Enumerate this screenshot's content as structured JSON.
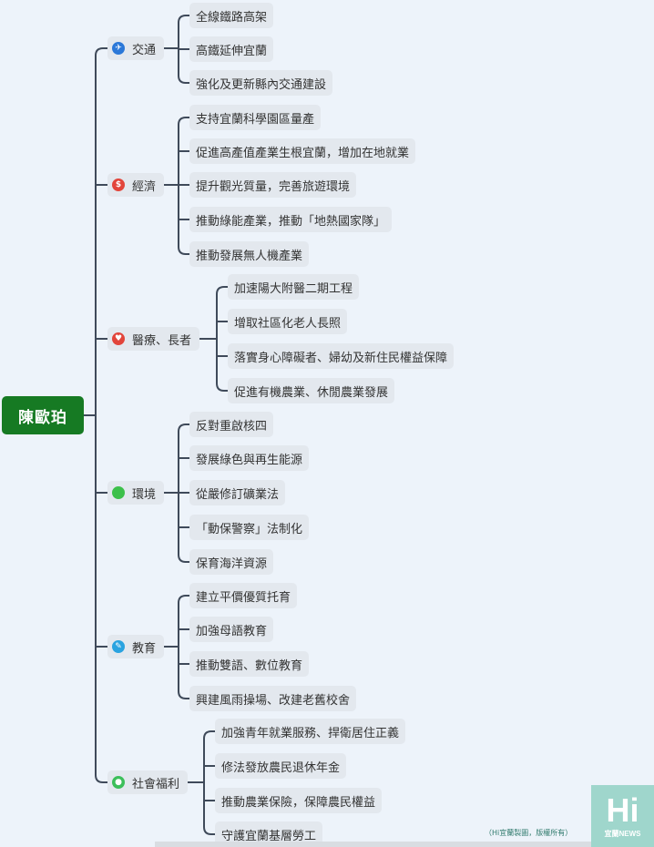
{
  "root": {
    "label": "陳歐珀"
  },
  "branches": [
    {
      "name": "traffic",
      "label": "交通",
      "icon": "plane-icon",
      "icon_glyph": "✈",
      "icon_color": "#2b78d8",
      "items": [
        "全線鐵路高架",
        "高鐵延伸宜蘭",
        "強化及更新縣內交通建設"
      ]
    },
    {
      "name": "economy",
      "label": "經濟",
      "icon": "dollar-icon",
      "icon_glyph": "$",
      "icon_color": "#e2453b",
      "items": [
        "支持宜蘭科學園區量產",
        "促進高產值產業生根宜蘭，增加在地就業",
        "提升觀光質量，完善旅遊環境",
        "推動綠能產業，推動「地熱國家隊」",
        "推動發展無人機產業"
      ]
    },
    {
      "name": "medical",
      "label": "醫療、長者",
      "icon": "heart-icon",
      "icon_glyph": "♥",
      "icon_color": "#e2453b",
      "items": [
        "加速陽大附醫二期工程",
        "增取社區化老人長照",
        "落實身心障礙者、婦幼及新住民權益保障",
        "促進有機農業、休閒農業發展"
      ]
    },
    {
      "name": "environment",
      "label": "環境",
      "icon": "green-circle-icon",
      "icon_glyph": "",
      "icon_color": "#3cc04a",
      "items": [
        "反對重啟核四",
        "發展綠色與再生能源",
        "從嚴修訂礦業法",
        "「動保警察」法制化",
        "保育海洋資源"
      ]
    },
    {
      "name": "education",
      "label": "教育",
      "icon": "pencil-icon",
      "icon_glyph": "✎",
      "icon_color": "#2aa3e0",
      "items": [
        "建立平價優質托育",
        "加強母語教育",
        "推動雙語、數位教育",
        "興建風雨操場、改建老舊校舍"
      ]
    },
    {
      "name": "welfare",
      "label": "社會福利",
      "icon": "people-icon",
      "icon_glyph": "●",
      "icon_color": "#3cbf5a",
      "items": [
        "加強青年就業服務、捍衛居住正義",
        "修法發放農民退休年金",
        "推動農業保險，保障農民權益",
        "守護宜蘭基層勞工"
      ]
    }
  ],
  "logo": {
    "big": "Hi",
    "small": "宜蘭NEWS"
  },
  "credit": "（Hi宜蘭製圖，版權所有）",
  "line_color": "#3f4a5a"
}
